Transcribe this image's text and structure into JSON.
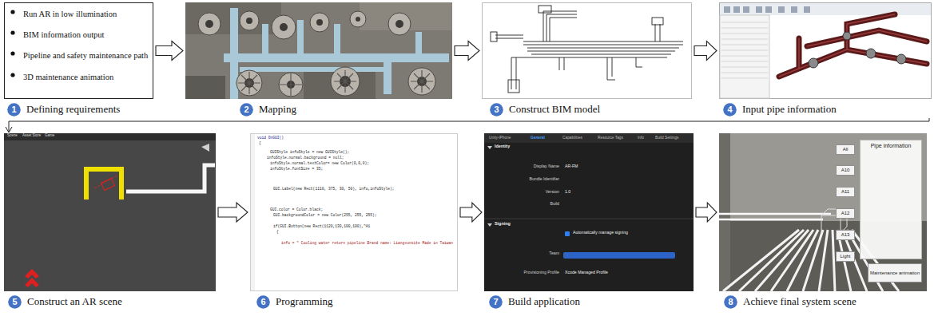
{
  "diagram": {
    "nodes": [
      {
        "text": [
          "Run AR in low illumination",
          "BIM information output",
          "Pipeline and safety maintenance path",
          "3D maintenance animation",
          "Defining requirements"
        ]
      },
      {
        "text": [
          "1"
        ],
        "in": 0
      },
      {
        "text": [
          "Mapping"
        ]
      },
      {
        "text": [
          "2"
        ],
        "in": 2
      },
      {
        "text": [
          "Construct BIM model"
        ]
      },
      {
        "text": [
          "3"
        ],
        "in": 4
      },
      {
        "text": [
          "Input pipe information"
        ]
      },
      {
        "text": [
          "4"
        ],
        "in": 6
      },
      {
        "text": [
          "Construct an AR scene"
        ]
      },
      {
        "text": [
          "5"
        ],
        "in": 8
      },
      {
        "text": [
          "Programming"
        ]
      },
      {
        "text": [
          "6"
        ],
        "in": 10
      },
      {
        "text": [
          "Build application"
        ]
      },
      {
        "text": [
          "7"
        ],
        "in": 12
      },
      {
        "text": [
          "Achieve final system scene"
        ]
      },
      {
        "text": [
          "8"
        ],
        "in": 14
      },
      {
        "text": [
          "All"
        ],
        "in": 14
      },
      {
        "text": [
          "A10"
        ],
        "in": 14
      },
      {
        "text": [
          "A11"
        ],
        "in": 14
      },
      {
        "text": [
          "A12"
        ],
        "in": 14
      },
      {
        "text": [
          "A13"
        ],
        "in": 14
      },
      {
        "text": [
          "Light"
        ],
        "in": 14
      },
      {
        "text": [
          "Pipe information"
        ],
        "in": 14
      },
      {
        "text": [
          "Maintenance animation"
        ],
        "in": 14
      }
    ],
    "edges": [
      {
        "from": 0,
        "to": 2,
        "arrow": "to"
      },
      {
        "from": 2,
        "to": 4,
        "arrow": "to"
      },
      {
        "from": 4,
        "to": 6,
        "arrow": "to"
      },
      {
        "from": 6,
        "to": 8,
        "arrow": "to"
      },
      {
        "from": 8,
        "to": 10,
        "arrow": "to"
      },
      {
        "from": 10,
        "to": 12,
        "arrow": "to"
      },
      {
        "from": 12,
        "to": 14,
        "arrow": "to"
      }
    ],
    "labels": [
      "Scene",
      "Asset Store",
      "Game",
      "void OnGUI()",
      "{",
      "GUIStyle infoStyle = new GUIStyle();",
      "infoStyle.normal.background = null;",
      "infoStyle.normal.textColor= new Color(0,0,0);",
      "infoStyle.fontSize = 35;",
      "GUI.Label(new Rect(1110, 375, 30, 50), info,infoStyle);",
      "GUI.color = Color.black;",
      "GUI.backgroundColor = new Color(255, 255, 255);",
      "if(GUI.Button(new Rect(1120,130,100,100),\"A1",
      "{",
      "info = \" Cooling water return pipeline Brand name: Liangxunsite Made in Taiwan",
      "Unity-iPhone",
      "General",
      "Capabilities",
      "Resource Tags",
      "Info",
      "Build Settings",
      "Identity",
      "Display Name",
      "AR-FM",
      "Bundle Identifier",
      "Version",
      "1.0",
      "Build",
      "Signing",
      "Automatically manage signing",
      "Team",
      "Provisioning Profile",
      "Xcode Managed Profile"
    ]
  }
}
